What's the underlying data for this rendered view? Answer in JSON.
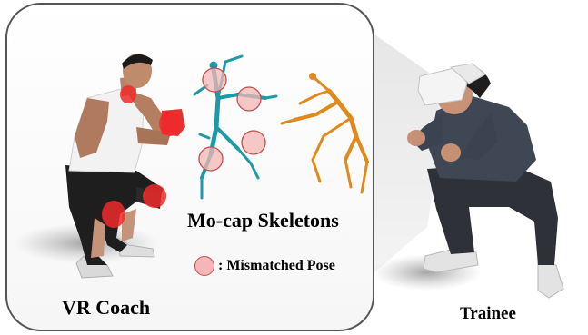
{
  "labels": {
    "coach": "VR Coach",
    "skeletons": "Mo-cap Skeletons",
    "legend_text": ": Mismatched Pose",
    "trainee": "Trainee"
  },
  "colors": {
    "panel_border": "#555555",
    "mismatch_fill": "#f4b6b6",
    "mismatch_stroke": "#c0504d",
    "coach_highlight": "#ee2a2a",
    "skeleton_teal": "#1d9aa6",
    "skeleton_orange": "#e08a1e"
  }
}
